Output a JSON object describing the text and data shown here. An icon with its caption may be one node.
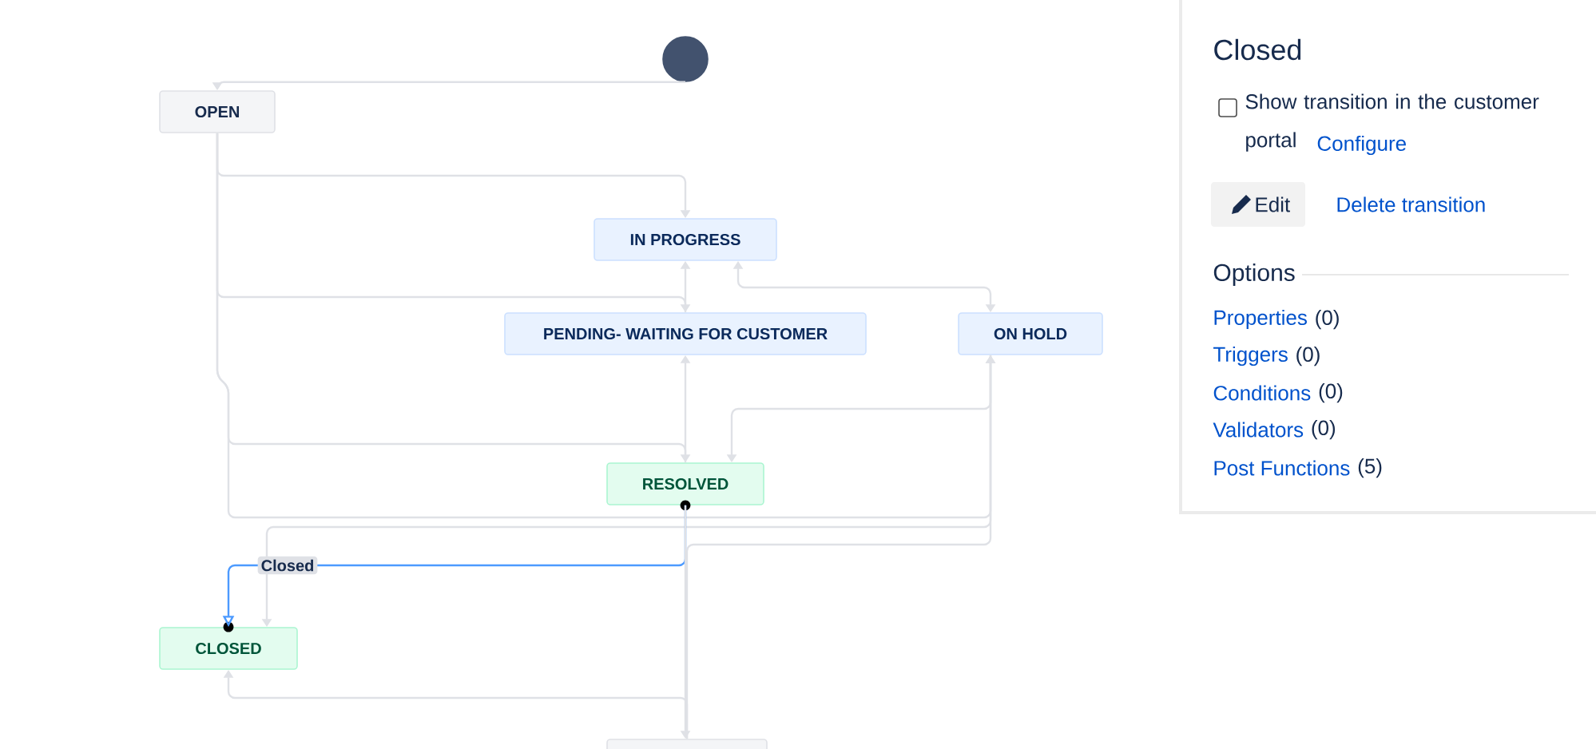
{
  "diagram": {
    "nodes": [
      {
        "text": [],
        "shape": "circle"
      },
      {
        "text": [
          "OPEN"
        ]
      },
      {
        "text": [
          "IN PROGRESS"
        ]
      },
      {
        "text": [
          "PENDING- WAITING FOR CUSTOMER"
        ]
      },
      {
        "text": [
          "ON HOLD"
        ]
      },
      {
        "text": [
          "RESOLVED"
        ]
      },
      {
        "text": [
          "CLOSED"
        ]
      },
      {
        "text": [],
        "shape": "box"
      }
    ],
    "edges": [
      {
        "from": 0,
        "to": 1,
        "arrow": "to"
      },
      {
        "from": 1,
        "to": 2,
        "arrow": "to"
      },
      {
        "from": 1,
        "to": 3,
        "arrow": "to"
      },
      {
        "from": 1,
        "to": 5,
        "arrow": "to"
      },
      {
        "from": 1,
        "to": 4,
        "arrow": "to"
      },
      {
        "from": 3,
        "to": 2,
        "arrow": "to"
      },
      {
        "from": 5,
        "to": 3,
        "arrow": "to"
      },
      {
        "from": 2,
        "to": 4,
        "arrow": "both"
      },
      {
        "from": 4,
        "to": 5,
        "arrow": "to"
      },
      {
        "from": 4,
        "to": 6,
        "arrow": "to"
      },
      {
        "from": 5,
        "to": 6,
        "arrow": "to",
        "label": "Closed",
        "color": "#4c9aff"
      },
      {
        "from": 5,
        "to": 7,
        "arrow": "to"
      },
      {
        "from": 7,
        "to": 6,
        "arrow": "to"
      },
      {
        "from": 7,
        "to": 4,
        "arrow": "to"
      }
    ],
    "labels": [
      "Closed",
      "Show transition in the customer portal",
      "Configure",
      "Edit",
      "Delete transition",
      "Options",
      "Properties",
      "(0)",
      "Triggers",
      "(0)",
      "Conditions",
      "(0)",
      "Validators",
      "(0)",
      "Post Functions",
      "(5)"
    ]
  }
}
